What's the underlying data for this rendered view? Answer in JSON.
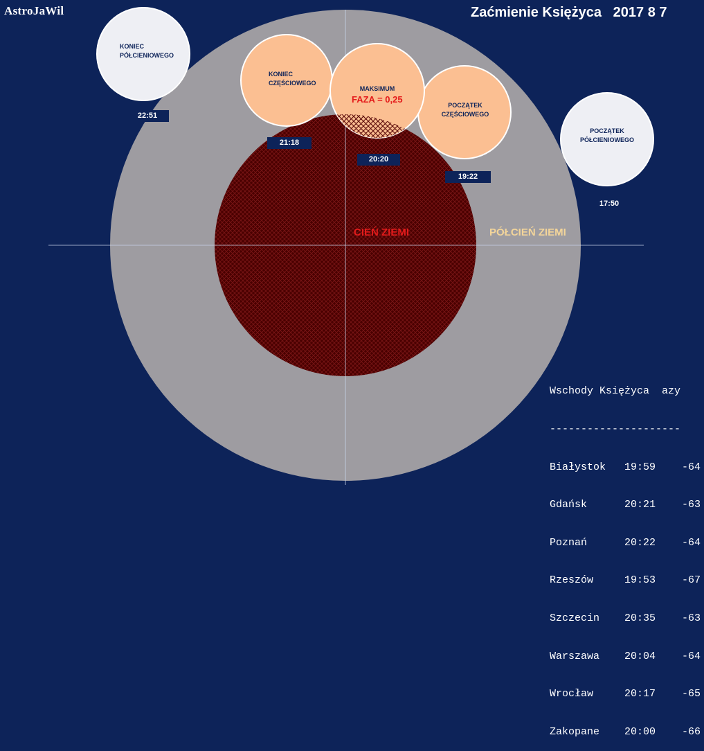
{
  "header": {
    "brand": "AstroJaWil",
    "title": "Zaćmienie Księżyca   2017 8 7"
  },
  "colors": {
    "background": "#0d2359",
    "penumbra": "#9e9ca1",
    "umbra": "#4a0000",
    "moon_partial": "#fbbf92",
    "moon_penumbral": "#eeeff4"
  },
  "diagram": {
    "penumbra_label": "PÓŁCIEŃ ZIEMI",
    "umbra_label": "CIEŃ ZIEMI",
    "phases": {
      "end_penumbral": {
        "line1": "KONIEC",
        "line2": "PÓŁCIENIOWEGO",
        "time": "22:51"
      },
      "end_partial": {
        "line1": "KONIEC",
        "line2": "CZĘŚCIOWEGO",
        "time": "21:18"
      },
      "maximum": {
        "line1": "MAKSIMUM",
        "phase": "FAZA = 0,25",
        "time": "20:20"
      },
      "start_partial": {
        "line1": "POCZĄTEK",
        "line2": "CZĘŚCIOWEGO",
        "time": "19:22"
      },
      "start_penumbral": {
        "line1": "POCZĄTEK",
        "line2": "PÓŁCIENIOWEGO",
        "time": "17:50"
      }
    }
  },
  "moonrise": {
    "title": "Wschody Księżyca  azy",
    "separator": "---------------------",
    "rows": [
      {
        "city": "Białystok",
        "time": "19:59",
        "az": "-64"
      },
      {
        "city": "Gdańsk",
        "time": "20:21",
        "az": "-63"
      },
      {
        "city": "Poznań",
        "time": "20:22",
        "az": "-64"
      },
      {
        "city": "Rzeszów",
        "time": "19:53",
        "az": "-67"
      },
      {
        "city": "Szczecin",
        "time": "20:35",
        "az": "-63"
      },
      {
        "city": "Warszawa",
        "time": "20:04",
        "az": "-64"
      },
      {
        "city": "Wrocław",
        "time": "20:17",
        "az": "-65"
      },
      {
        "city": "Zakopane",
        "time": "20:00",
        "az": "-66"
      }
    ]
  }
}
